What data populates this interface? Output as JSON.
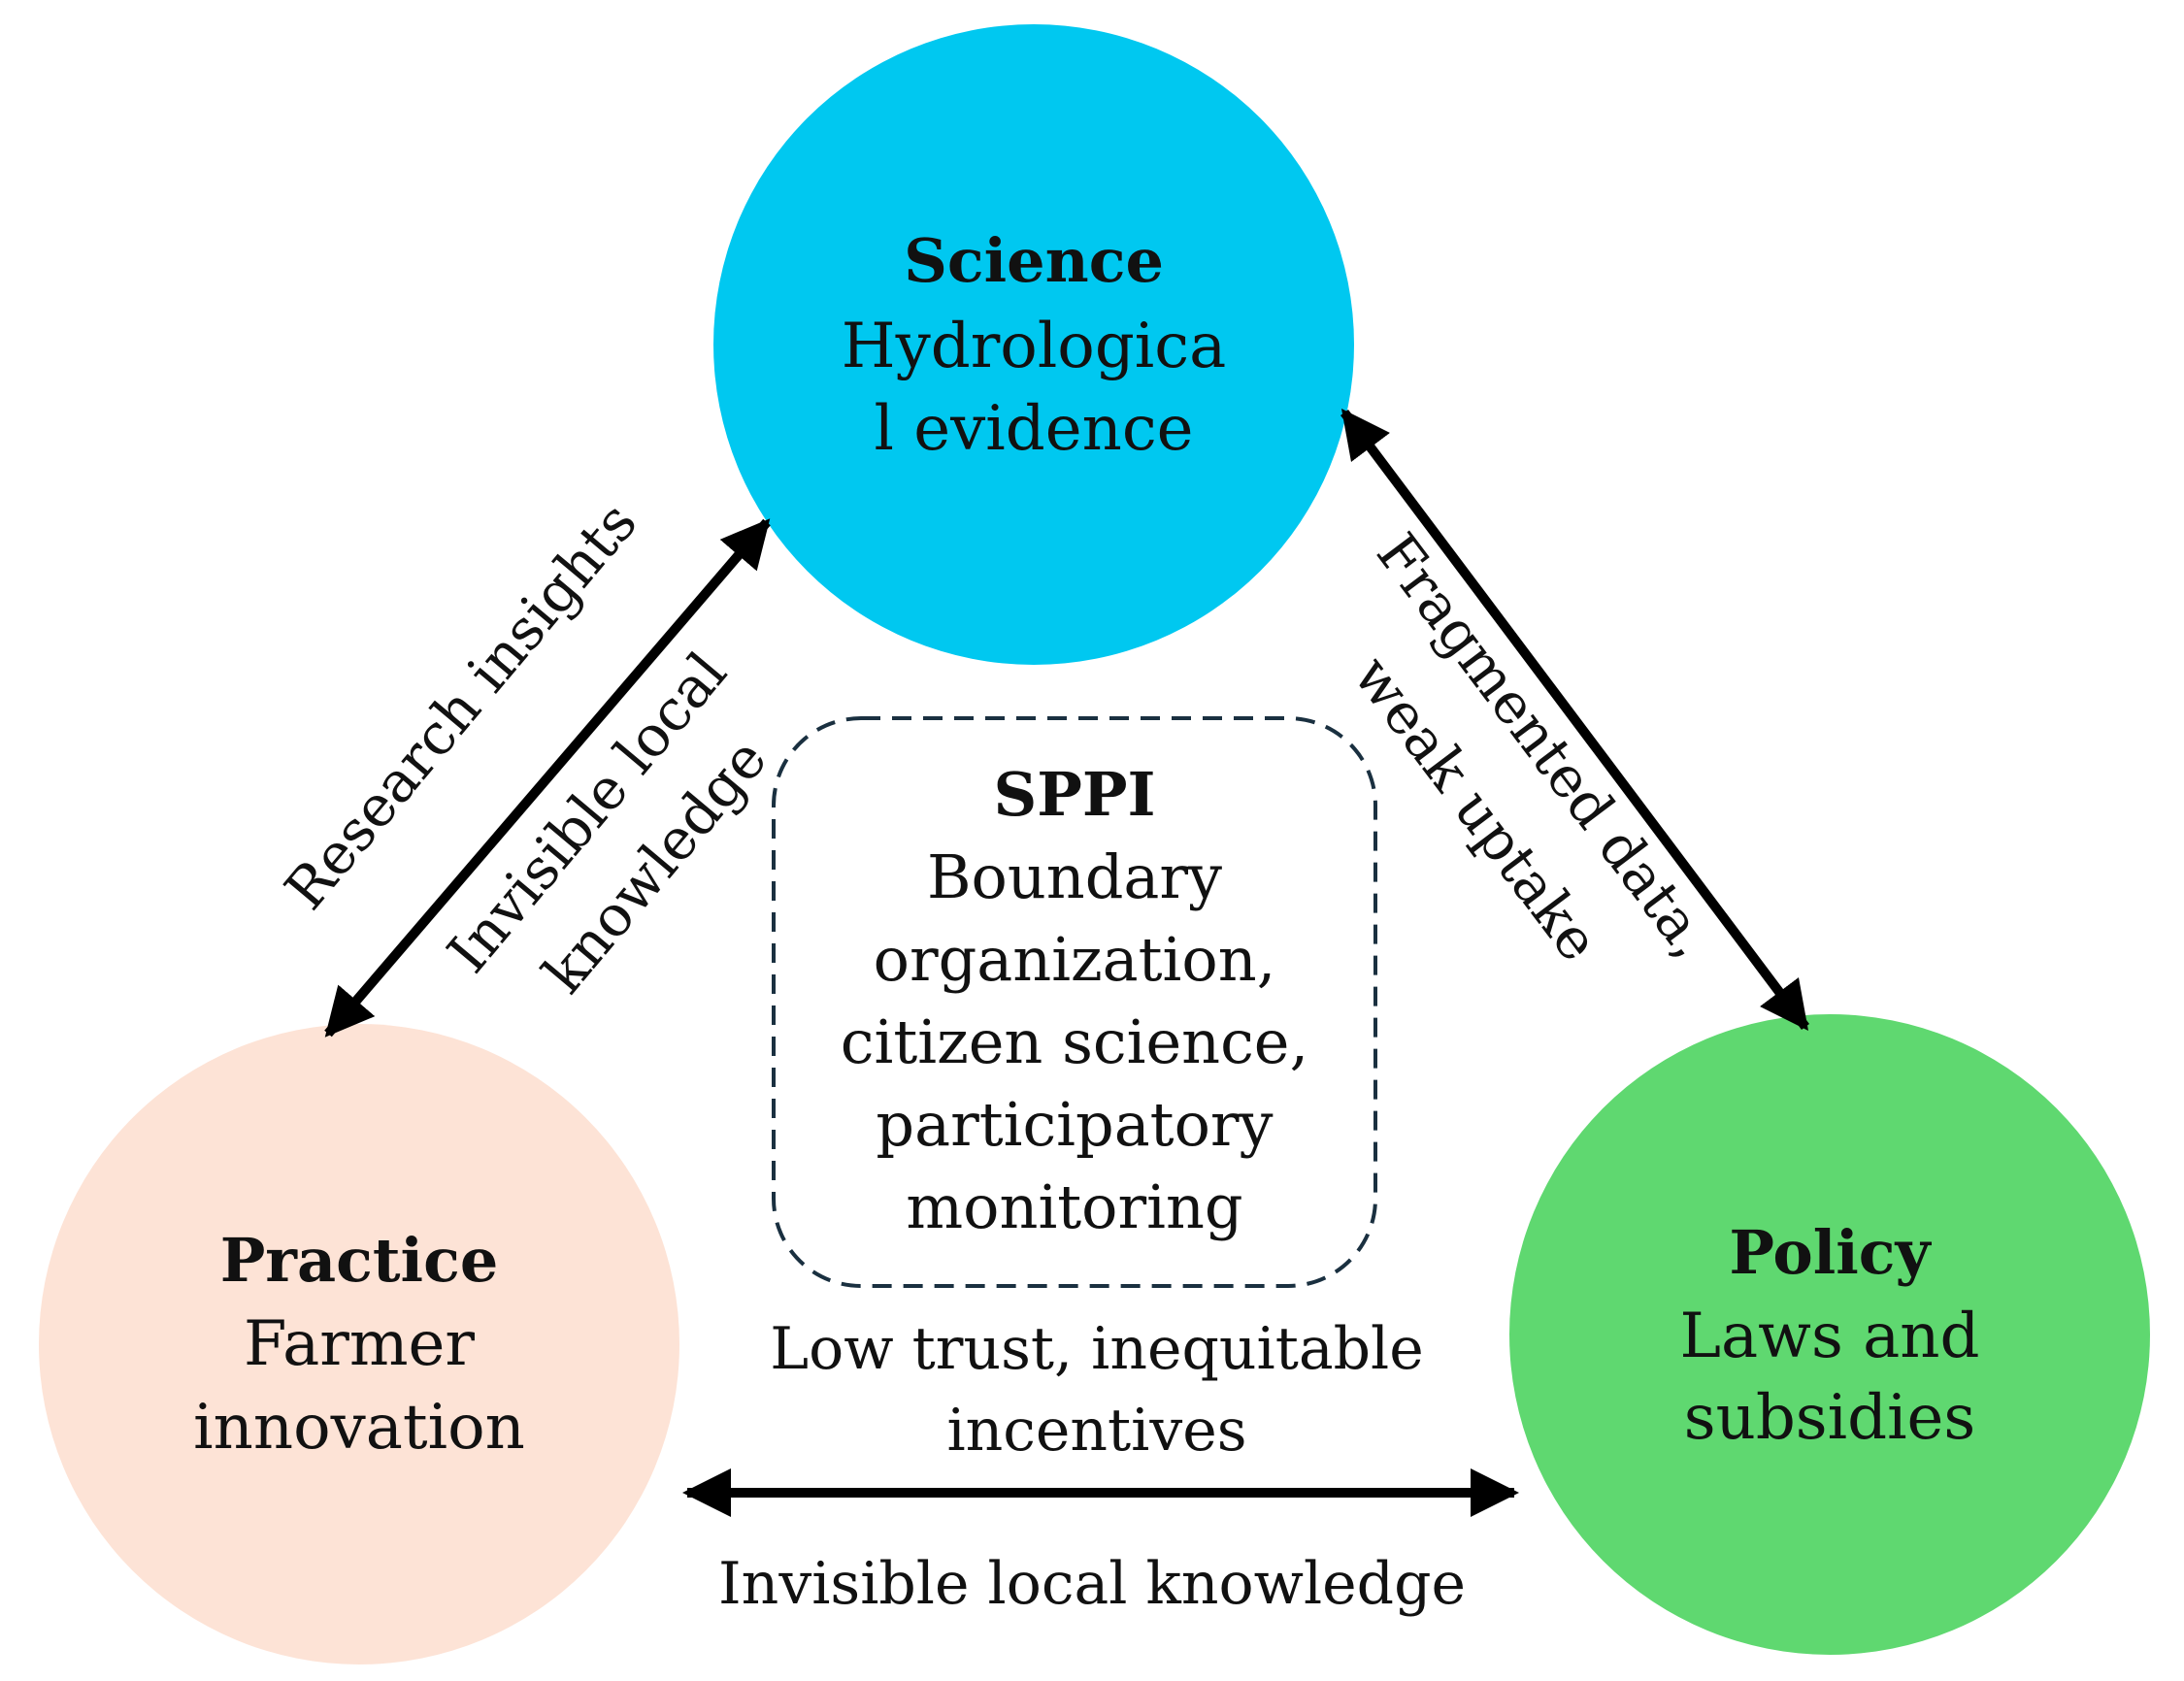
{
  "colors": {
    "science": "#00c8f0",
    "practice": "#fde3d6",
    "policy": "#5fd870",
    "arrow": "#000000",
    "dashed_box": "#1a3040",
    "text": "#111111"
  },
  "nodes": {
    "science": {
      "title": "Science",
      "line1": "Hydrologica",
      "line2": "l evidence"
    },
    "practice": {
      "title": "Practice",
      "line1": "Farmer",
      "line2": "innovation"
    },
    "policy": {
      "title": "Policy",
      "line1": "Laws and",
      "line2": "subsidies"
    }
  },
  "center": {
    "title": "SPPI",
    "lines": [
      "Boundary",
      "organization,",
      "citizen science,",
      "participatory",
      "monitoring"
    ]
  },
  "edges": {
    "practice_science": {
      "outer_label": "Research insights",
      "inner_label_1": "Invisible local",
      "inner_label_2": "knowledge"
    },
    "science_policy": {
      "outer_label": "Fragmented data,",
      "inner_label": "weak uptake"
    },
    "practice_policy": {
      "top_label_1": "Low trust, inequitable",
      "top_label_2": "incentives",
      "bottom_label": "Invisible local knowledge"
    }
  }
}
